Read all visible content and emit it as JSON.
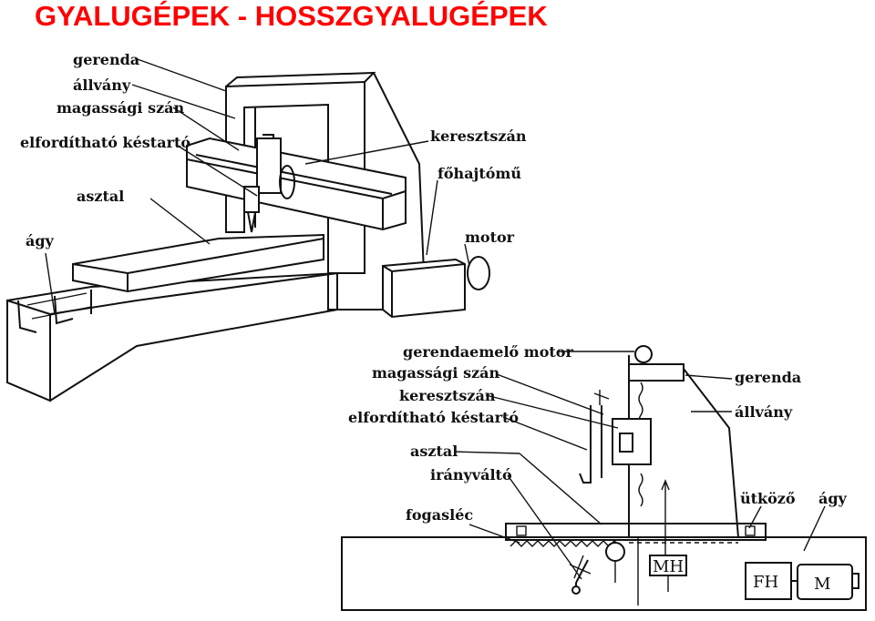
{
  "title": "GYALUGÉPEK - HOSSZGYALUGÉPEK",
  "top_labels": {
    "gerenda": "gerenda",
    "allvany": "állvány",
    "magassagi_szan": "magassági szán",
    "elfordithato_kestarto": "elfordítható késtartó",
    "asztal": "asztal",
    "agy": "ágy",
    "keresztszan": "keresztszán",
    "fohajtomu": "főhajtómű",
    "motor": "motor"
  },
  "bottom_labels": {
    "gerendaemelo_motor": "gerendaemelő motor",
    "magassagi_szan": "magassági szán",
    "keresztszan": "keresztszán",
    "elfordithato_kestarto": "elfordítható késtartó",
    "asztal": "asztal",
    "iranyvalto": "irányváltó",
    "fogasleco": "fogasléc",
    "gerenda": "gerenda",
    "allvany": "állvány",
    "utkozo": "ütköző",
    "agy": "ágy",
    "box_mh": "MH",
    "box_fh": "FH",
    "box_m": "M"
  },
  "colors": {
    "title": "#ff0000",
    "ink": "#111111"
  }
}
